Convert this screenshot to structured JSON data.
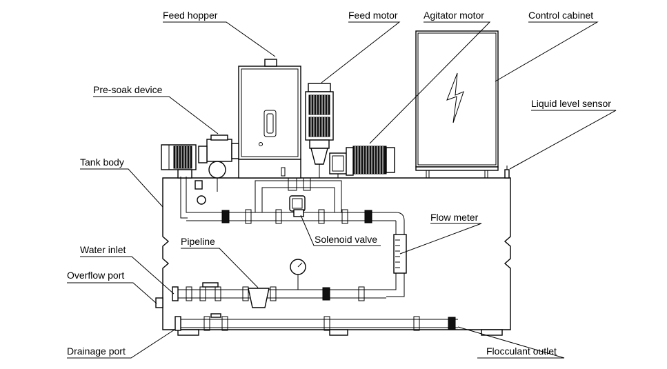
{
  "labels": {
    "feed_hopper": "Feed hopper",
    "feed_motor": "Feed motor",
    "agitator_motor": "Agitator motor",
    "control_cabinet": "Control cabinet",
    "pre_soak_device": "Pre-soak device",
    "liquid_level_sensor": "Liquid level sensor",
    "tank_body": "Tank body",
    "flow_meter": "Flow meter",
    "pipeline": "Pipeline",
    "solenoid_valve": "Solenoid valve",
    "water_inlet": "Water inlet",
    "overflow_port": "Overflow port",
    "drainage_port": "Drainage port",
    "flocculant_outlet": "Flocculant outlet"
  },
  "cabinet_symbol": "lightning-bolt",
  "colors": {
    "line": "#000000",
    "background": "#ffffff"
  }
}
